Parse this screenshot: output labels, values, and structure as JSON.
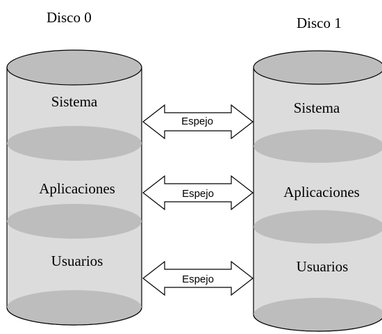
{
  "colors": {
    "cylinder_body": "#dcdcdc",
    "cylinder_ellipse": "#bdbdbd",
    "outline": "#000000",
    "arrow_fill": "#ffffff"
  },
  "disks": [
    {
      "title": "Disco 0",
      "partitions": [
        "Sistema",
        "Aplicaciones",
        "Usuarios"
      ]
    },
    {
      "title": "Disco 1",
      "partitions": [
        "Sistema",
        "Aplicaciones",
        "Usuarios"
      ]
    }
  ],
  "mirrors": [
    {
      "label": "Espejo"
    },
    {
      "label": "Espejo"
    },
    {
      "label": "Espejo"
    }
  ]
}
